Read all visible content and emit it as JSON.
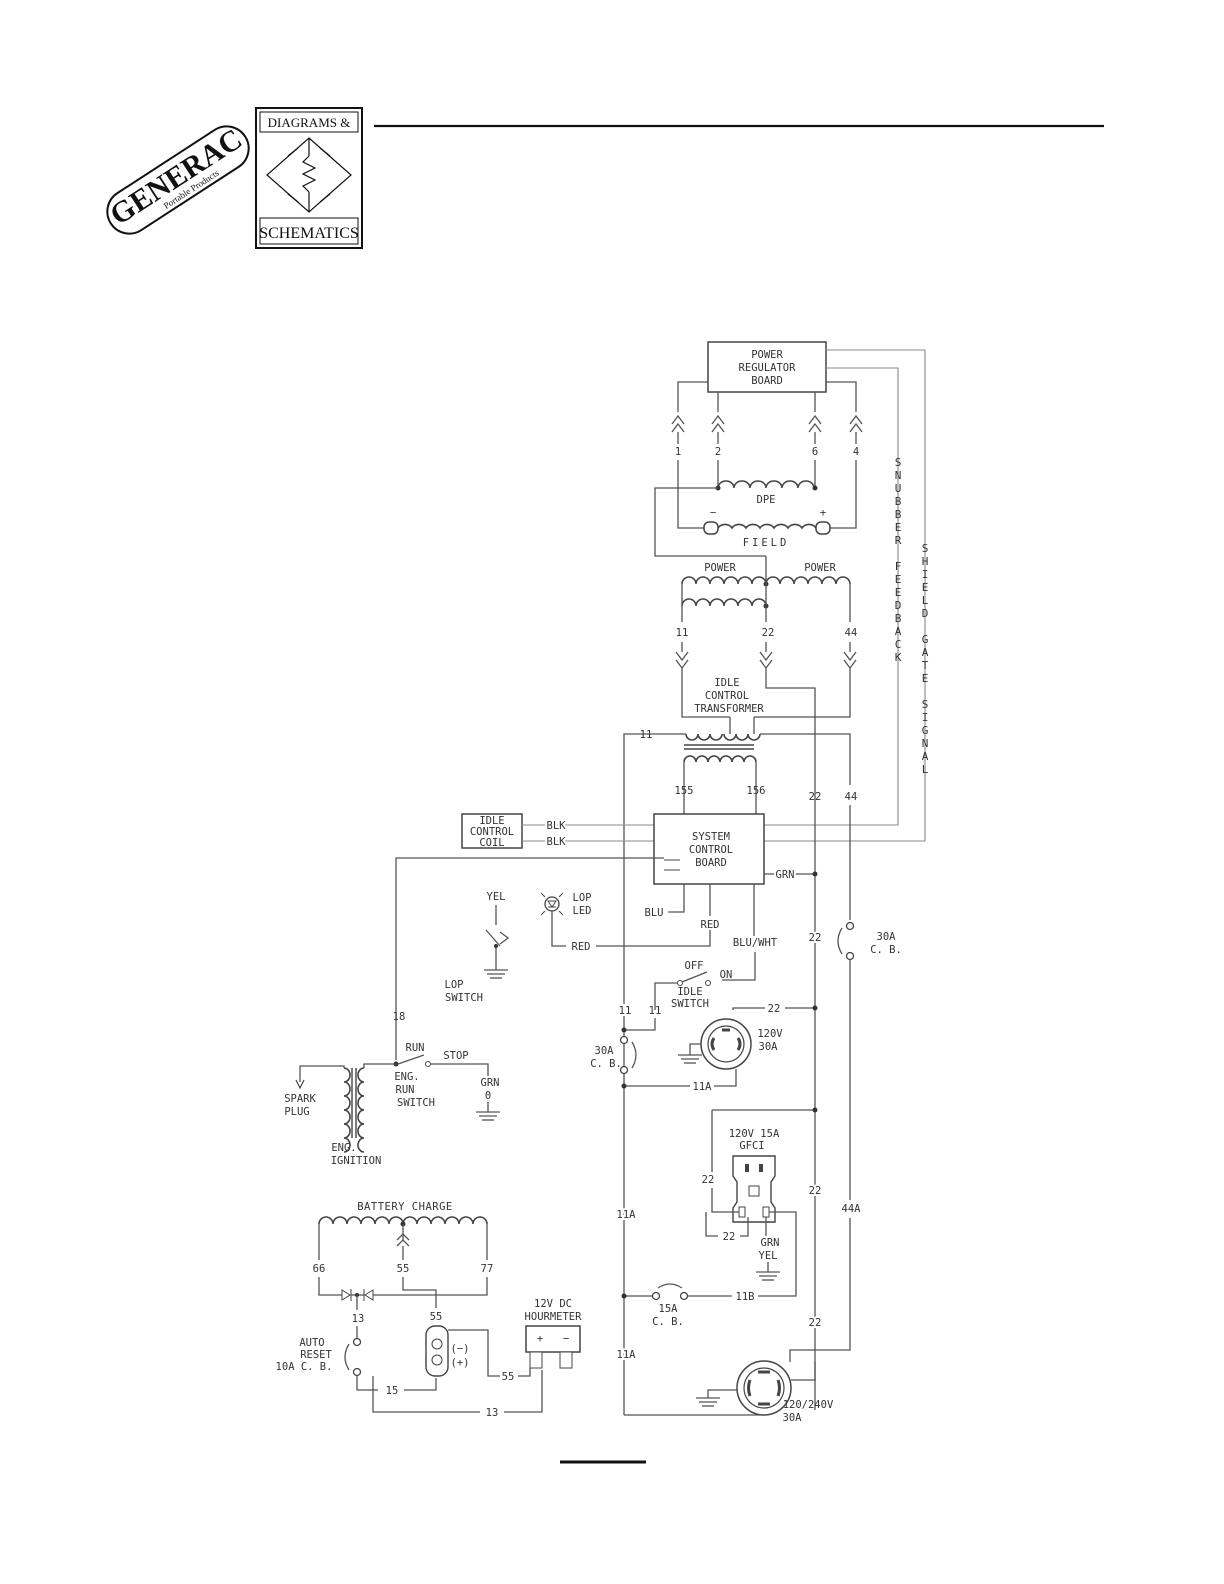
{
  "header": {
    "brand_logo": "GENERAC",
    "brand_sub": "Portable Products",
    "badge_top": "DIAGRAMS &",
    "badge_bottom": "SCHEMATICS"
  },
  "labels": {
    "power_regulator_1": "POWER",
    "power_regulator_2": "REGULATOR",
    "power_regulator_3": "BOARD",
    "pin_1": "1",
    "pin_2": "2",
    "pin_6": "6",
    "pin_4": "4",
    "dpe": "DPE",
    "field": "FIELD",
    "field_minus": "−",
    "field_plus": "+",
    "power_left": "POWER",
    "power_right": "POWER",
    "wire_11": "11",
    "wire_22": "22",
    "wire_44": "44",
    "idle_transformer_1": "IDLE",
    "idle_transformer_2": "CONTROL",
    "idle_transformer_3": "TRANSFORMER",
    "wire_11_b": "11",
    "wire_155": "155",
    "wire_156": "156",
    "wire_22_b": "22",
    "wire_44_b": "44",
    "idle_coil_1": "IDLE",
    "idle_coil_2": "CONTROL",
    "idle_coil_3": "COIL",
    "blk_1": "BLK",
    "blk_2": "BLK",
    "scb_1": "SYSTEM",
    "scb_2": "CONTROL",
    "scb_3": "BOARD",
    "grn": "GRN",
    "yel": "YEL",
    "lop_led_1": "LOP",
    "lop_led_2": "LED",
    "blu": "BLU",
    "red_1": "RED",
    "red_2": "RED",
    "blu_wht": "BLU/WHT",
    "wire_22_c": "22",
    "cb30_1": "30A",
    "cb30_2": "C. B.",
    "lop_switch_1": "LOP",
    "lop_switch_2": "SWITCH",
    "off": "OFF",
    "on": "ON",
    "idle_switch_1": "IDLE",
    "idle_switch_2": "SWITCH",
    "wire_11_c": "11",
    "wire_11_d": "11",
    "wire_22_d": "22",
    "rec120_1": "120V",
    "rec120_2": "30A",
    "wire_18": "18",
    "run": "RUN",
    "stop": "STOP",
    "eng_run_1": "ENG.",
    "eng_run_2": "RUN",
    "eng_run_3": "SWITCH",
    "grn_b": "GRN",
    "zero": "0",
    "spark_1": "SPARK",
    "spark_2": "PLUG",
    "eng_ign_1": "ENG.",
    "eng_ign_2": "IGNITION",
    "cb30b_1": "30A",
    "cb30b_2": "C. B.",
    "wire_11a": "11A",
    "gfci_1": "120V 15A",
    "gfci_2": "GFCI",
    "wire_22_e": "22",
    "wire_22_f": "22",
    "wire_22_g": "22",
    "grn_c": "GRN",
    "yel_b": "YEL",
    "wire_11a_b": "11A",
    "wire_44a": "44A",
    "battery_charge": "BATTERY CHARGE",
    "wire_66": "66",
    "wire_55": "55",
    "wire_77": "77",
    "wire_13": "13",
    "wire_55_b": "55",
    "auto_reset_1": "AUTO",
    "auto_reset_2": "RESET",
    "auto_reset_3": "10A C. B.",
    "neg": "(−)",
    "pos": "(+)",
    "hourmeter_1": "12V DC",
    "hourmeter_2": "HOURMETER",
    "hm_plus": "+",
    "hm_minus": "−",
    "cb15_1": "15A",
    "cb15_2": "C. B.",
    "wire_11b": "11B",
    "wire_11a_c": "11A",
    "wire_22_h": "22",
    "wire_15": "15",
    "wire_55_c": "55",
    "wire_13_b": "13",
    "rec240_1": "120/240V",
    "rec240_2": "30A",
    "snubber_feedback": [
      "S",
      "N",
      "U",
      "B",
      "B",
      "E",
      "R",
      "",
      "F",
      "E",
      "E",
      "D",
      "B",
      "A",
      "C",
      "K"
    ],
    "shield_gate_signal": [
      "S",
      "H",
      "I",
      "E",
      "L",
      "D",
      "",
      "G",
      "A",
      "T",
      "E",
      "",
      "S",
      "I",
      "G",
      "N",
      "A",
      "L"
    ]
  },
  "colors": {
    "wire": "#555555",
    "ink": "#333333"
  }
}
